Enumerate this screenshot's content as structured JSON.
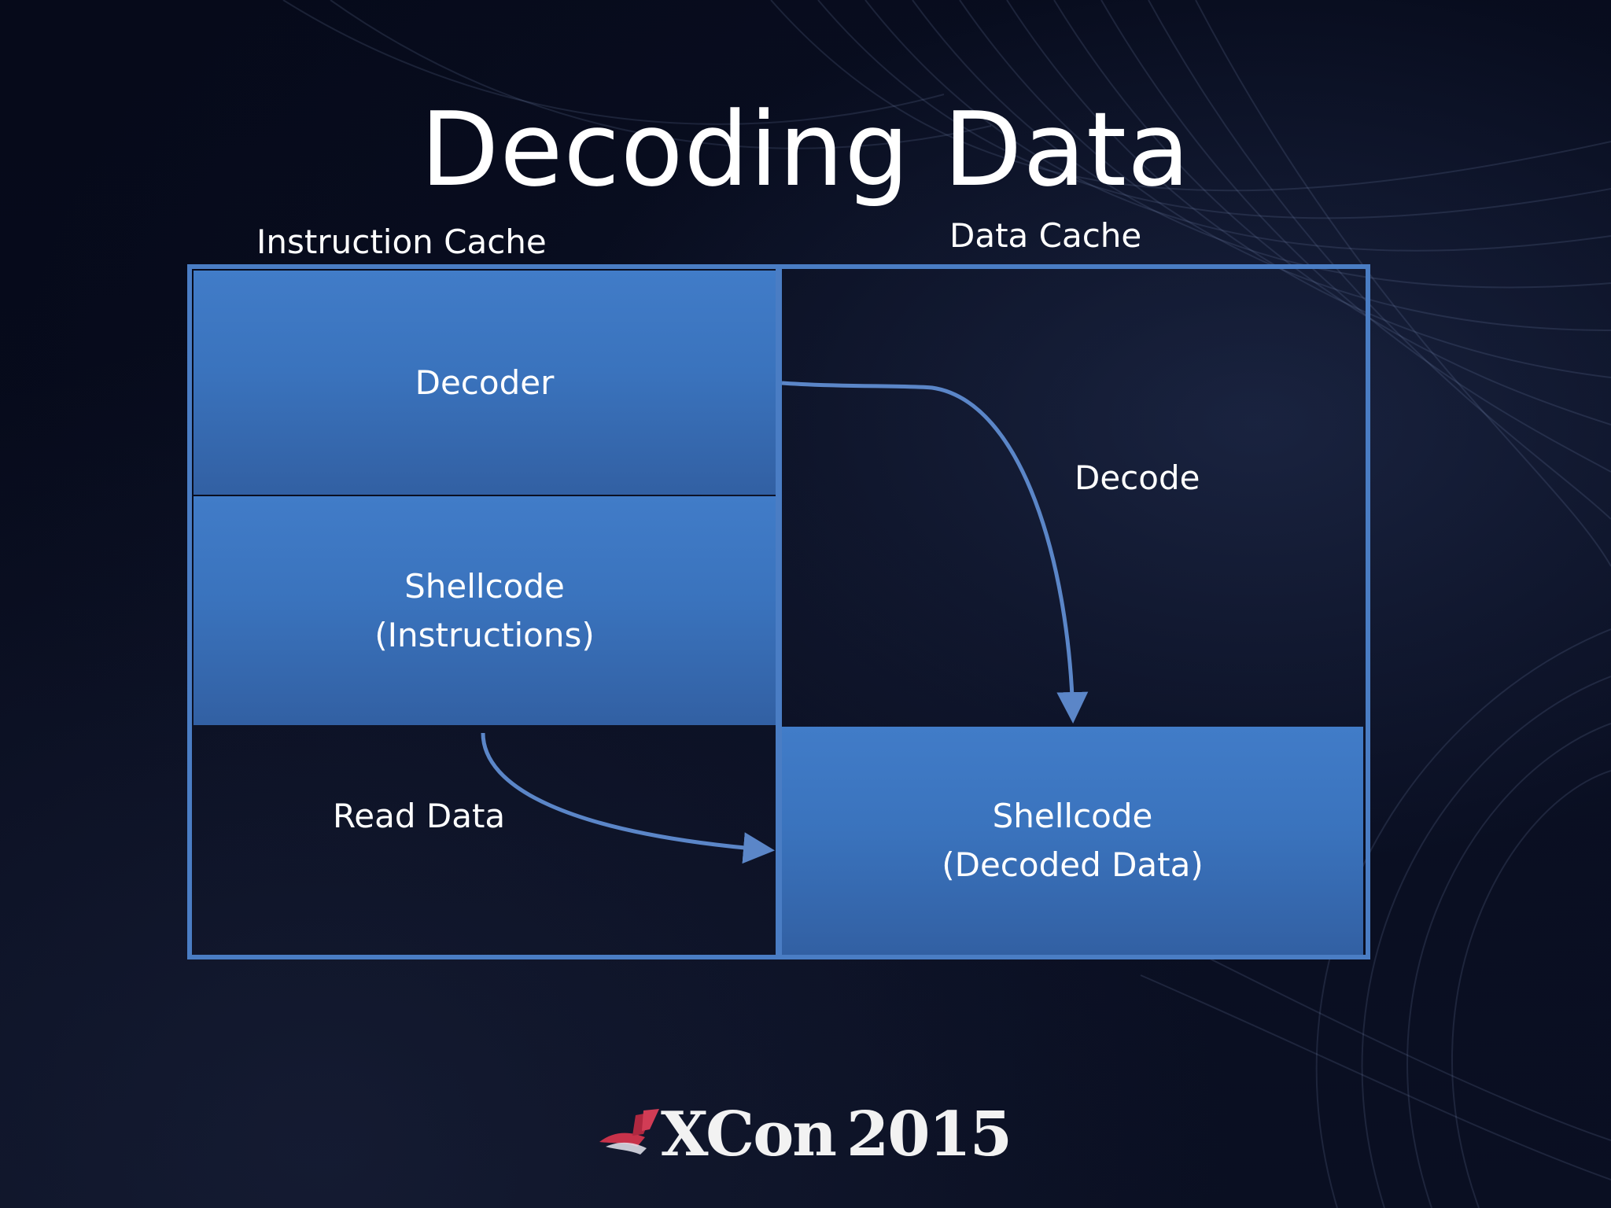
{
  "slide": {
    "title": "Decoding Data",
    "regions": {
      "instruction_cache": "Instruction Cache",
      "data_cache": "Data Cache"
    },
    "blocks": {
      "decoder": [
        "Decoder"
      ],
      "shellcode_instructions": [
        "Shellcode",
        "(Instructions)"
      ],
      "shellcode_decoded": [
        "Shellcode",
        "(Decoded Data)"
      ]
    },
    "edges": {
      "read_data": "Read Data",
      "decode": "Decode"
    },
    "logo": {
      "brand": "XCon",
      "year": "2015"
    }
  },
  "colors": {
    "block_fill": "#3a73bd",
    "frame": "#4a7dc4",
    "arrow": "#5b86c8",
    "background": "#050815",
    "text": "#ffffff"
  }
}
